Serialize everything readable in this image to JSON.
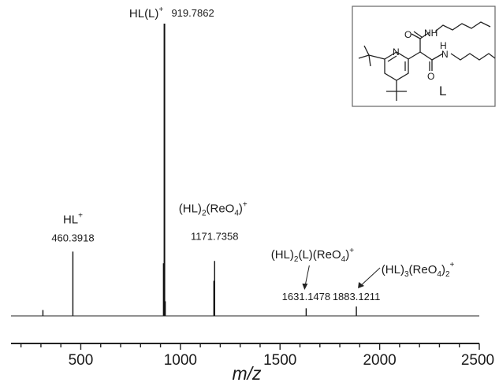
{
  "chart_data": {
    "type": "bar",
    "title": "",
    "xlabel": "m/z",
    "ylabel": "",
    "xlim": [
      150,
      2500
    ],
    "x_ticks": [
      500,
      1000,
      1500,
      2000,
      2500
    ],
    "grid": false,
    "legend": "none",
    "peaks": [
      {
        "mz": 310,
        "rel": 0.02
      },
      {
        "mz": 460.3918,
        "rel": 0.22,
        "mass_label": "460.3918",
        "ion_label": {
          "base": "HL",
          "sup": "+"
        }
      },
      {
        "mz": 915,
        "rel": 0.18
      },
      {
        "mz": 919.7862,
        "rel": 1.0,
        "mass_label": "919.7862",
        "ion_label": {
          "base": "HL(L)",
          "sup": "+"
        }
      },
      {
        "mz": 924,
        "rel": 0.05
      },
      {
        "mz": 1168,
        "rel": 0.12
      },
      {
        "mz": 1171.7358,
        "rel": 0.188,
        "mass_label": "1171.7358",
        "ion_label": {
          "base": "(HL)",
          "sub1": "2",
          "mid": "(ReO",
          "sub2": "4",
          "end": ")",
          "sup": "+"
        }
      },
      {
        "mz": 1631.1478,
        "rel": 0.026,
        "mass_label": "1631.1478",
        "ion_label": {
          "base": "(HL)",
          "sub1": "2",
          "mid": "(L)(ReO",
          "sub2": "4",
          "end": ")",
          "sup": "+"
        }
      },
      {
        "mz": 1883.1211,
        "rel": 0.032,
        "mass_label": "1883.1211",
        "ion_label": {
          "base": "(HL)",
          "sub1": "3",
          "mid": "(ReO",
          "sub2": "4",
          "end": ")",
          "sub3": "2",
          "sup": "+"
        }
      }
    ],
    "inset": {
      "label": "L",
      "atoms": [
        "O",
        "NH",
        "N",
        "H",
        "N",
        "O"
      ]
    }
  }
}
